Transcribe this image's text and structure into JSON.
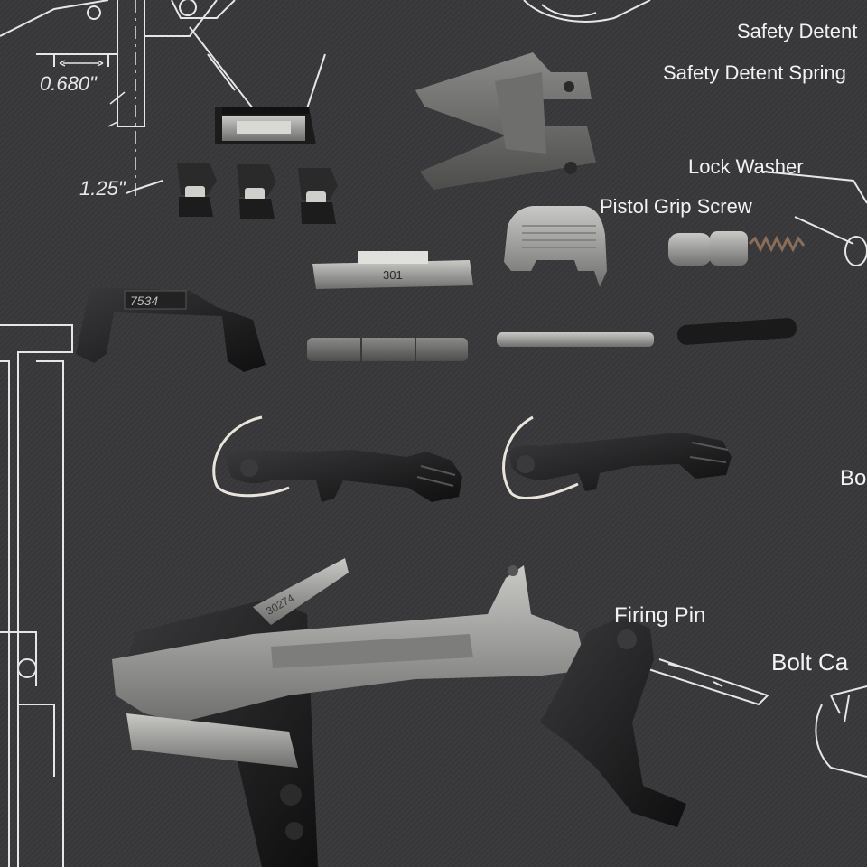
{
  "mat_labels": {
    "safety_detent": "Safety Detent",
    "safety_detent_spring": "Safety Detent Spring",
    "lock_washer": "Lock Washer",
    "pistol_grip_screw": "Pistol Grip Screw",
    "firing_pin": "Firing Pin",
    "bolt_catch": "Bolt Ca",
    "bo_partial": "Bo"
  },
  "dimensions": {
    "width_dim": "0.680\"",
    "height_dim": "1.25\""
  },
  "part_markings": {
    "locking_block": "301",
    "mag_catch": "7534",
    "trigger_bar": "30274"
  },
  "colors": {
    "mat": "#3a3a3c",
    "line_art": "#e8e8e8",
    "steel": "#9a9b99",
    "black_part": "#1c1c1e"
  }
}
